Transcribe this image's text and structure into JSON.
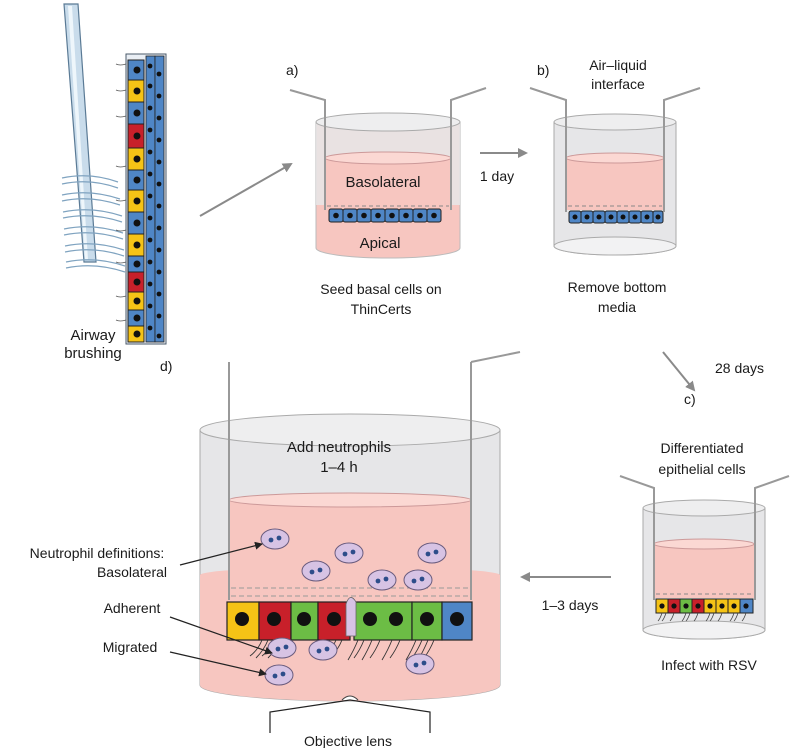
{
  "labels": {
    "a": "a)",
    "b": "b)",
    "c": "c)",
    "d": "d)",
    "airway_line1": "Airway",
    "airway_line2": "brushing",
    "basolateral": "Basolateral",
    "apical": "Apical",
    "seed_line1": "Seed basal cells on",
    "seed_line2": "ThinCerts",
    "one_day": "1 day",
    "ali_line1": "Air–liquid",
    "ali_line2": "interface",
    "remove_line1": "Remove bottom",
    "remove_line2": "media",
    "days28": "28 days",
    "diff_line1": "Differentiated",
    "diff_line2": "epithelial cells",
    "infect": "Infect with RSV",
    "days13": "1–3 days",
    "add_line1": "Add neutrophils",
    "add_line2": "1–4 h",
    "defs_line1": "Neutrophil definitions:",
    "defs_line2": "Basolateral",
    "adherent": "Adherent",
    "migrated": "Migrated",
    "objective": "Objective lens"
  },
  "colors": {
    "media_pink": "#f7c6c0",
    "well_gray": "#e6e6e8",
    "cell_blue": "#4f86c6",
    "cell_yellow": "#f5c316",
    "cell_red": "#c8202a",
    "cell_green": "#6cbd45",
    "neutrophil": "#d7c3e4",
    "arrow_gray": "#8a8a8a"
  }
}
